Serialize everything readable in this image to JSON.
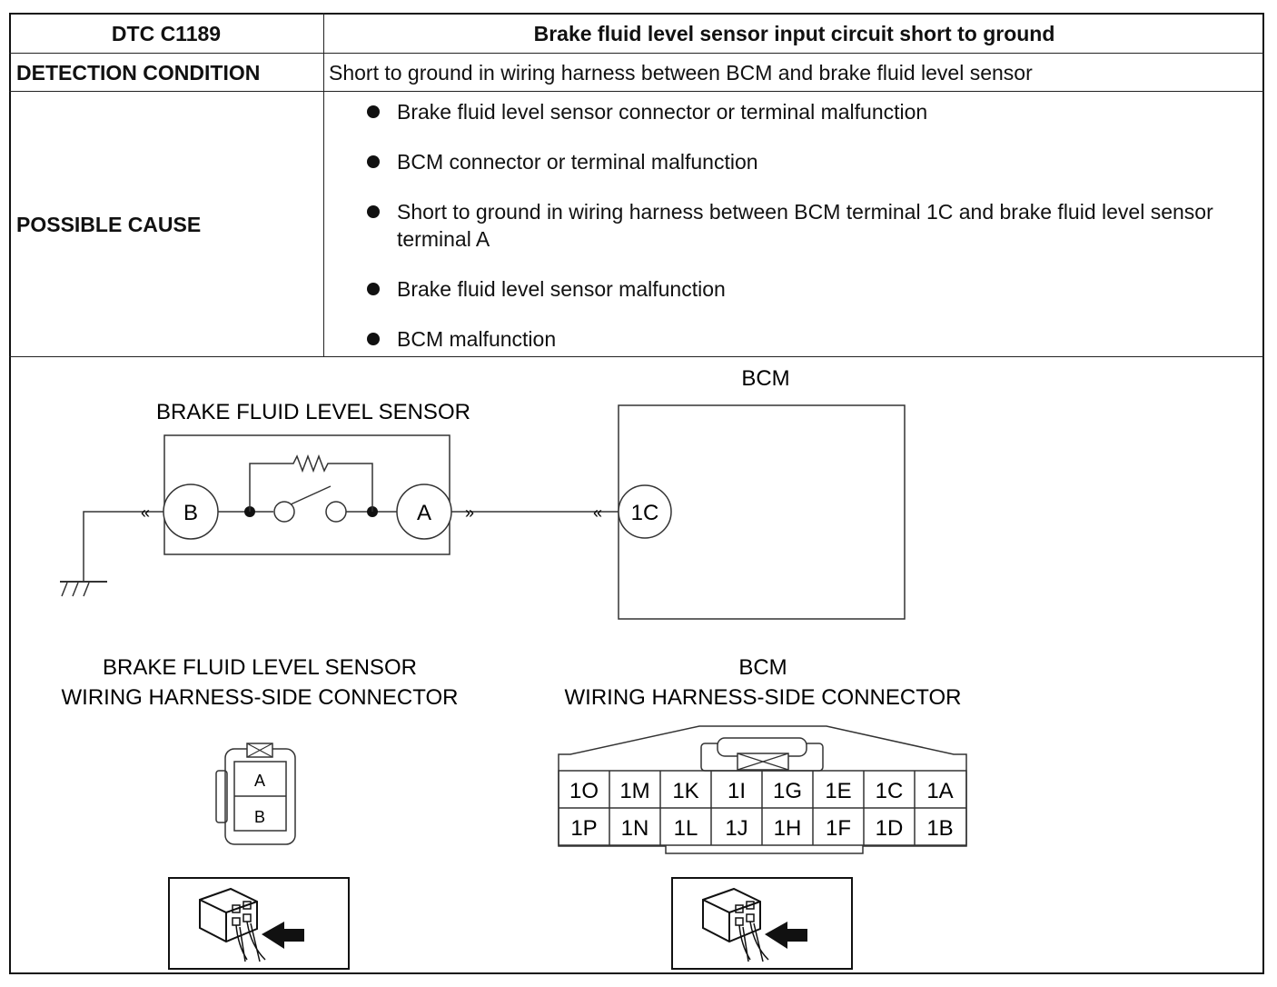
{
  "table": {
    "dtc_label": "DTC C1189",
    "dtc_description": "Brake fluid level sensor input circuit short to ground",
    "detection_label": "DETECTION CONDITION",
    "detection_text": "Short to ground in wiring harness between BCM and brake fluid level sensor",
    "cause_label": "POSSIBLE CAUSE",
    "causes": [
      "Brake fluid level sensor connector or terminal malfunction",
      "BCM connector or terminal malfunction",
      "Short to ground in wiring harness between BCM terminal 1C and brake fluid level sensor terminal A",
      "Brake fluid level sensor malfunction",
      "BCM malfunction"
    ]
  },
  "diagram": {
    "sensor_title": "BRAKE FLUID LEVEL SENSOR",
    "bcm_title": "BCM",
    "terminal_b": "B",
    "terminal_a": "A",
    "terminal_1c": "1C",
    "sensor_connector_title_1": "BRAKE FLUID LEVEL SENSOR",
    "sensor_connector_title_2": "WIRING HARNESS-SIDE CONNECTOR",
    "bcm_connector_title_1": "BCM",
    "bcm_connector_title_2": "WIRING HARNESS-SIDE CONNECTOR",
    "sensor_pins": [
      "A",
      "B"
    ],
    "bcm_pins_top": [
      "1O",
      "1M",
      "1K",
      "1I",
      "1G",
      "1E",
      "1C",
      "1A"
    ],
    "bcm_pins_bottom": [
      "1P",
      "1N",
      "1L",
      "1J",
      "1H",
      "1F",
      "1D",
      "1B"
    ],
    "icons": [
      "connector-harness-side-icon",
      "connector-harness-side-icon"
    ]
  }
}
